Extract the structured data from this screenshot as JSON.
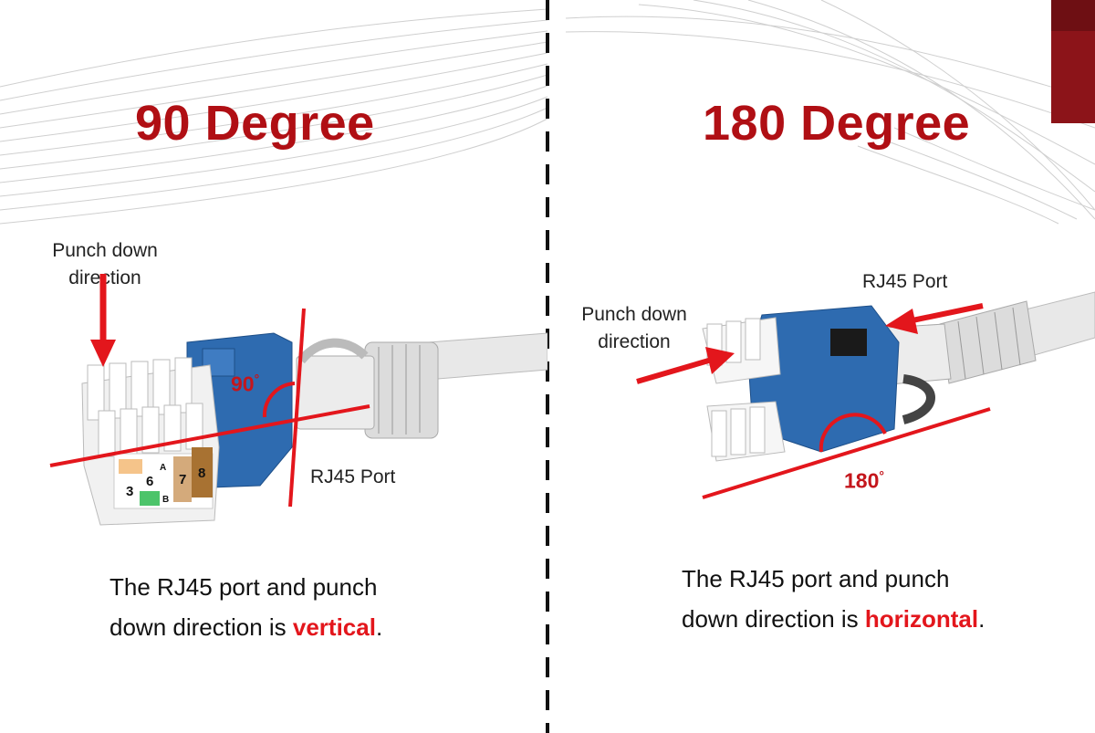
{
  "left_panel": {
    "title": "90 Degree",
    "punch_label_line1": "Punch down",
    "punch_label_line2": "direction",
    "port_label": "RJ45 Port",
    "angle_value": "90",
    "angle_unit": "°",
    "caption_line1": "The RJ45 port and punch",
    "caption_line2_prefix": "down direction is ",
    "caption_highlight": "vertical",
    "caption_suffix": ".",
    "pin_labels": [
      "3",
      "6",
      "7",
      "8",
      "A",
      "B"
    ]
  },
  "right_panel": {
    "title": "180 Degree",
    "punch_label_line1": "Punch down",
    "punch_label_line2": "direction",
    "port_label": "RJ45 Port",
    "angle_value": "180",
    "angle_unit": "°",
    "caption_line1": "The RJ45 port and punch",
    "caption_line2_prefix": "down direction is ",
    "caption_highlight": "horizontal",
    "caption_suffix": "."
  },
  "colors": {
    "title_red": "#b00f14",
    "arrow_red": "#e3161c",
    "keystone_blue": "#2e6bb0",
    "cable_gray": "#e6e6e6",
    "divider": "#111111",
    "corner_block": "#8c1419"
  }
}
